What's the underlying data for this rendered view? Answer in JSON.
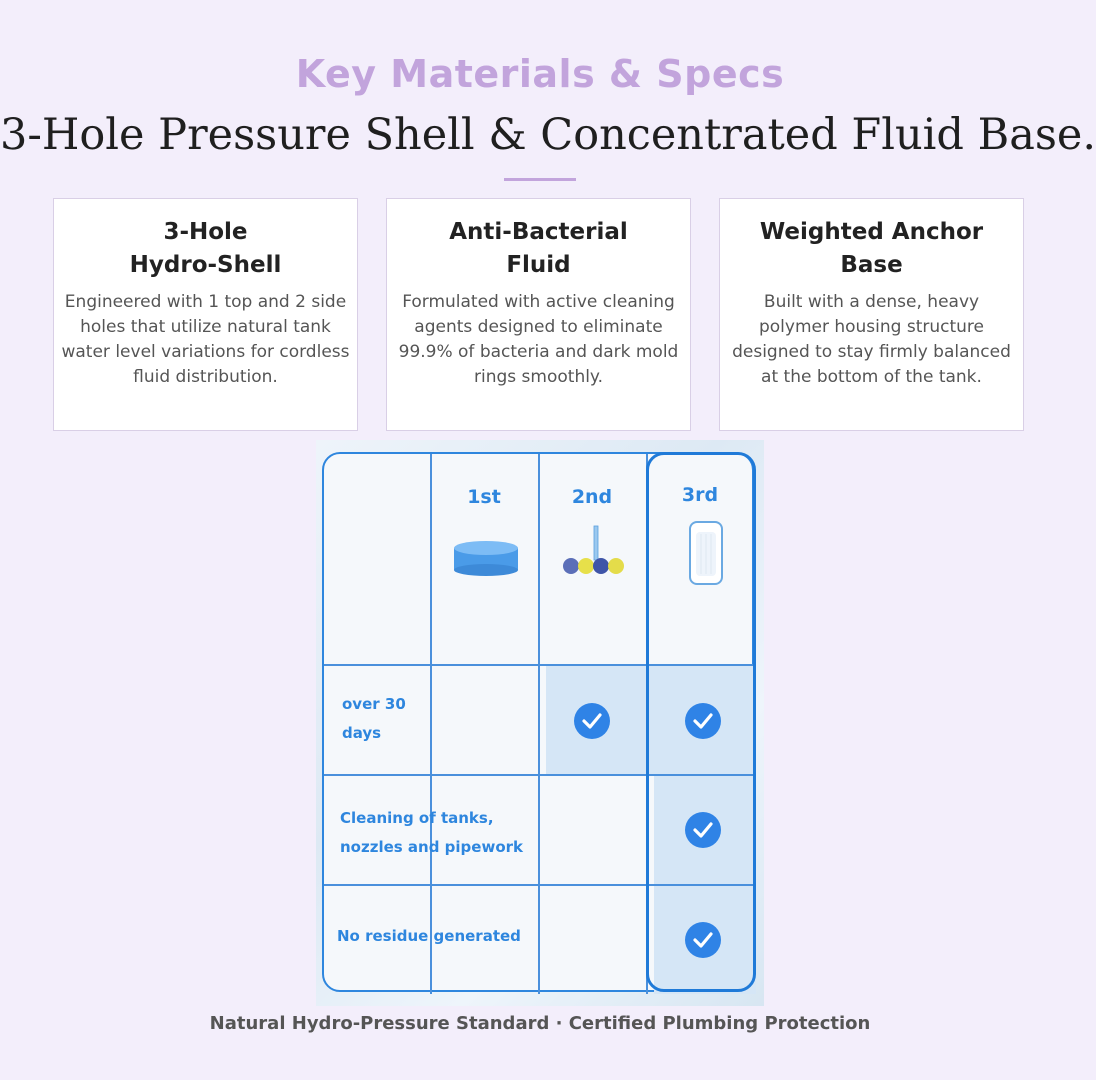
{
  "header": {
    "eyebrow": "Key Materials & Specs",
    "headline": "3-Hole Pressure Shell & Concentrated Fluid Base.",
    "accent_color": "#c2a4dc"
  },
  "cards": [
    {
      "title_line1": "3-Hole",
      "title_line2": "Hydro-Shell",
      "body": "Engineered with 1 top and 2 side holes that utilize natural tank water level variations for cordless fluid distribution."
    },
    {
      "title_line1": "Anti-Bacterial",
      "title_line2": "Fluid",
      "body": "Formulated with active cleaning agents designed to eliminate 99.9% of bacteria and dark mold rings smoothly."
    },
    {
      "title_line1": "Weighted Anchor",
      "title_line2": "Base",
      "body": "Built with a dense, heavy polymer housing structure designed to stay firmly balanced at the bottom of the tank."
    }
  ],
  "comparison": {
    "columns": [
      "1st",
      "2nd",
      "3rd"
    ],
    "product_icons": [
      "blue-tablet-icon",
      "ball-chain-icon",
      "pressure-shell-icon"
    ],
    "rows": [
      {
        "label_line1": "over 30",
        "label_line2": "days",
        "checks": [
          false,
          true,
          true
        ]
      },
      {
        "label_line1": "Cleaning of tanks,",
        "label_line2": "nozzles and pipework",
        "checks": [
          false,
          false,
          true
        ]
      },
      {
        "label_line1": "No residue generated",
        "label_line2": "",
        "checks": [
          false,
          false,
          true
        ]
      }
    ],
    "accent_color": "#2e86de",
    "check_color": "#2f83e6"
  },
  "footer": {
    "text": "Natural Hydro-Pressure Standard · Certified Plumbing Protection"
  }
}
